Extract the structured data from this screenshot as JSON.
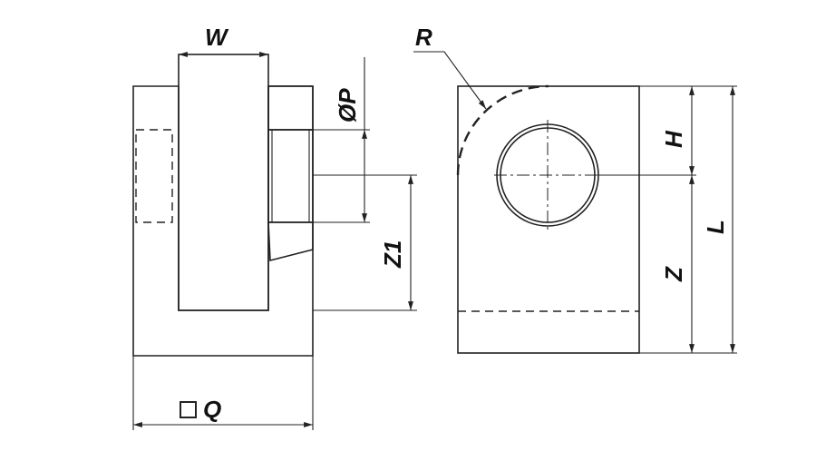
{
  "drawing": {
    "colors": {
      "body": "#a6a6a6",
      "line": "#222222",
      "background": "#ffffff"
    },
    "labels": {
      "w": "W",
      "p": "ØP",
      "z1": "Z1",
      "q": "Q",
      "r": "R",
      "h": "H",
      "z": "Z",
      "l": "L"
    }
  }
}
